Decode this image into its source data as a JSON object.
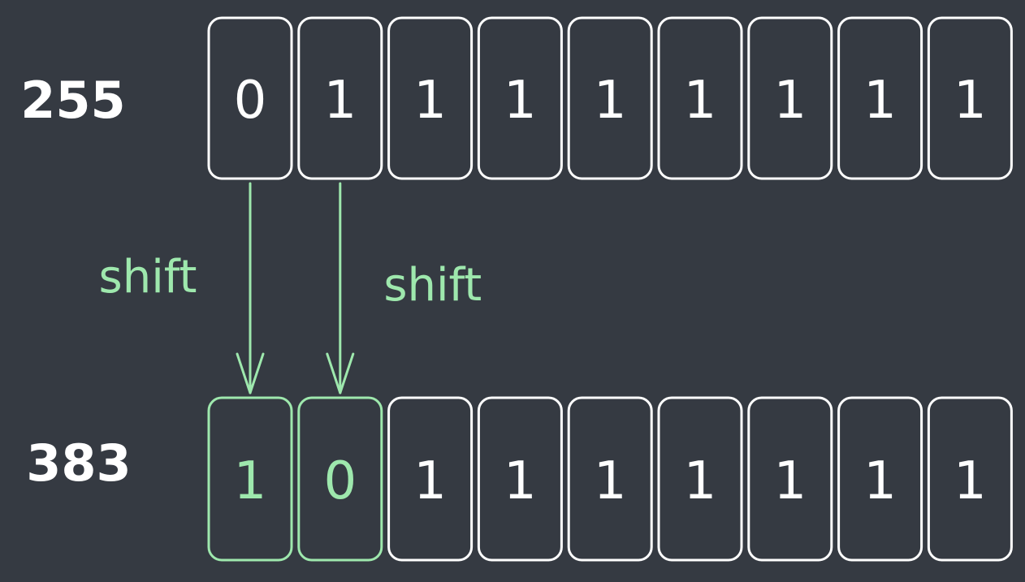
{
  "colors": {
    "background": "#353a42",
    "default_stroke": "#ffffff",
    "highlight": "#9ee8ad"
  },
  "top_row": {
    "value_label": "255",
    "bits": [
      "0",
      "1",
      "1",
      "1",
      "1",
      "1",
      "1",
      "1",
      "1"
    ],
    "highlight": [
      false,
      false,
      false,
      false,
      false,
      false,
      false,
      false,
      false
    ]
  },
  "bottom_row": {
    "value_label": "383",
    "bits": [
      "1",
      "0",
      "1",
      "1",
      "1",
      "1",
      "1",
      "1",
      "1"
    ],
    "highlight": [
      true,
      true,
      false,
      false,
      false,
      false,
      false,
      false,
      false
    ]
  },
  "arrows": [
    {
      "from_index": 0,
      "to_index": 0,
      "label": "shift"
    },
    {
      "from_index": 1,
      "to_index": 1,
      "label": "shift"
    }
  ]
}
